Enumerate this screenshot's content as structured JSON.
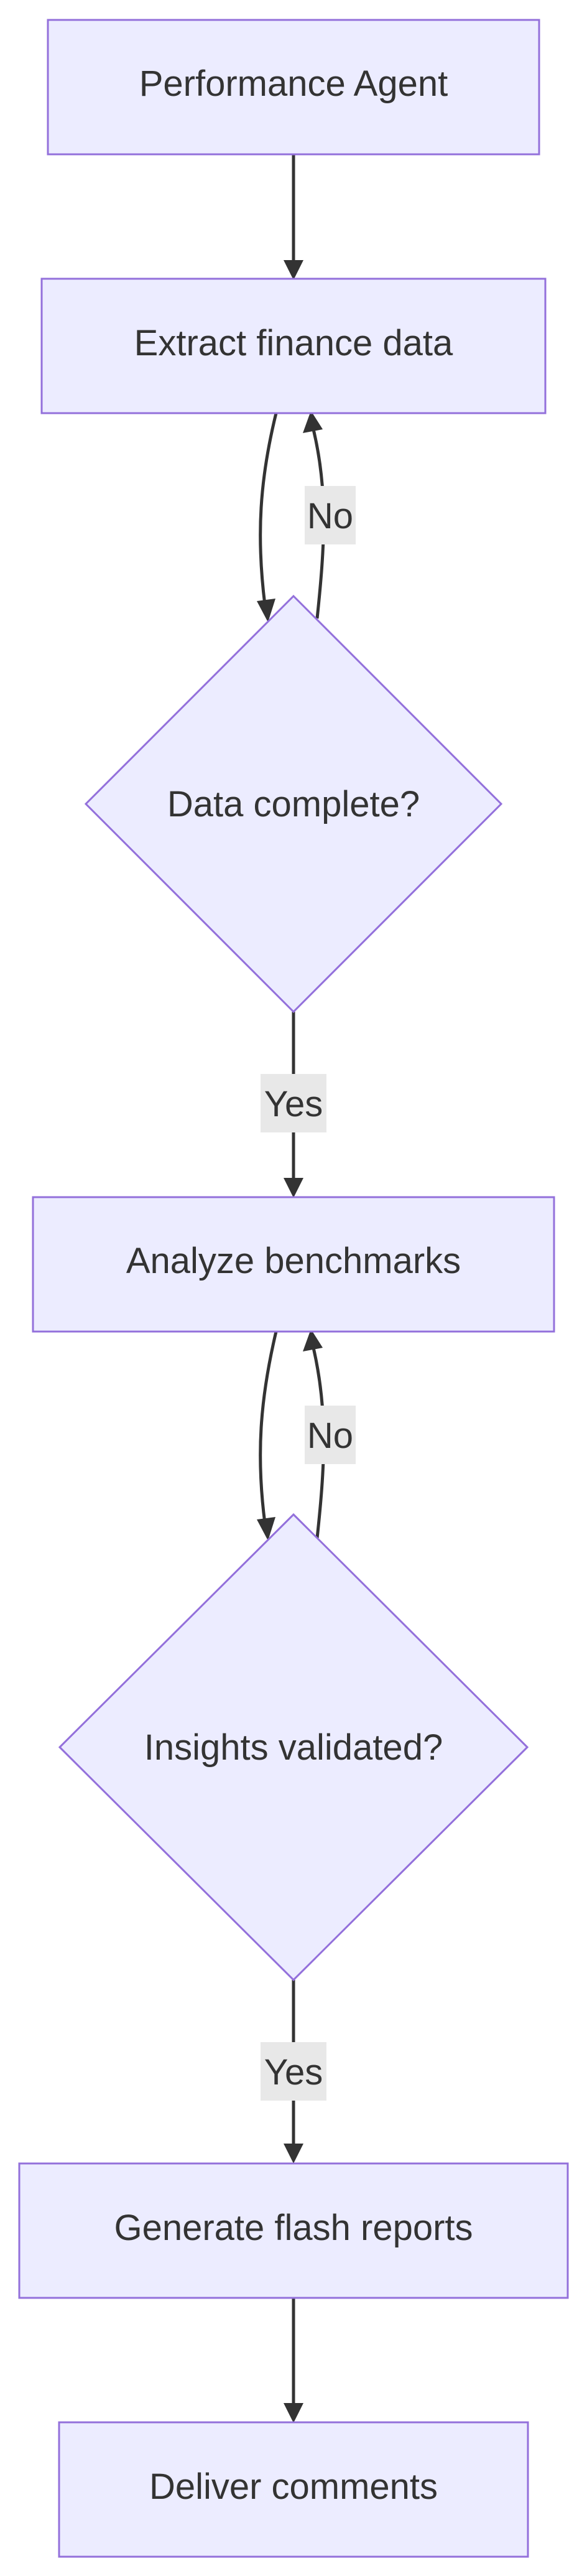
{
  "nodes": {
    "performance_agent": "Performance Agent",
    "extract_finance_data": "Extract finance data",
    "data_complete": "Data complete?",
    "analyze_benchmarks": "Analyze benchmarks",
    "insights_validated": "Insights validated?",
    "generate_flash_reports": "Generate flash reports",
    "deliver_comments": "Deliver comments"
  },
  "edges": {
    "data_complete_no": "No",
    "data_complete_yes": "Yes",
    "insights_validated_no": "No",
    "insights_validated_yes": "Yes"
  },
  "colors": {
    "node_fill": "#ececff",
    "node_stroke": "#9370db",
    "edge": "#333333",
    "label_bg": "#e8e8e8"
  }
}
